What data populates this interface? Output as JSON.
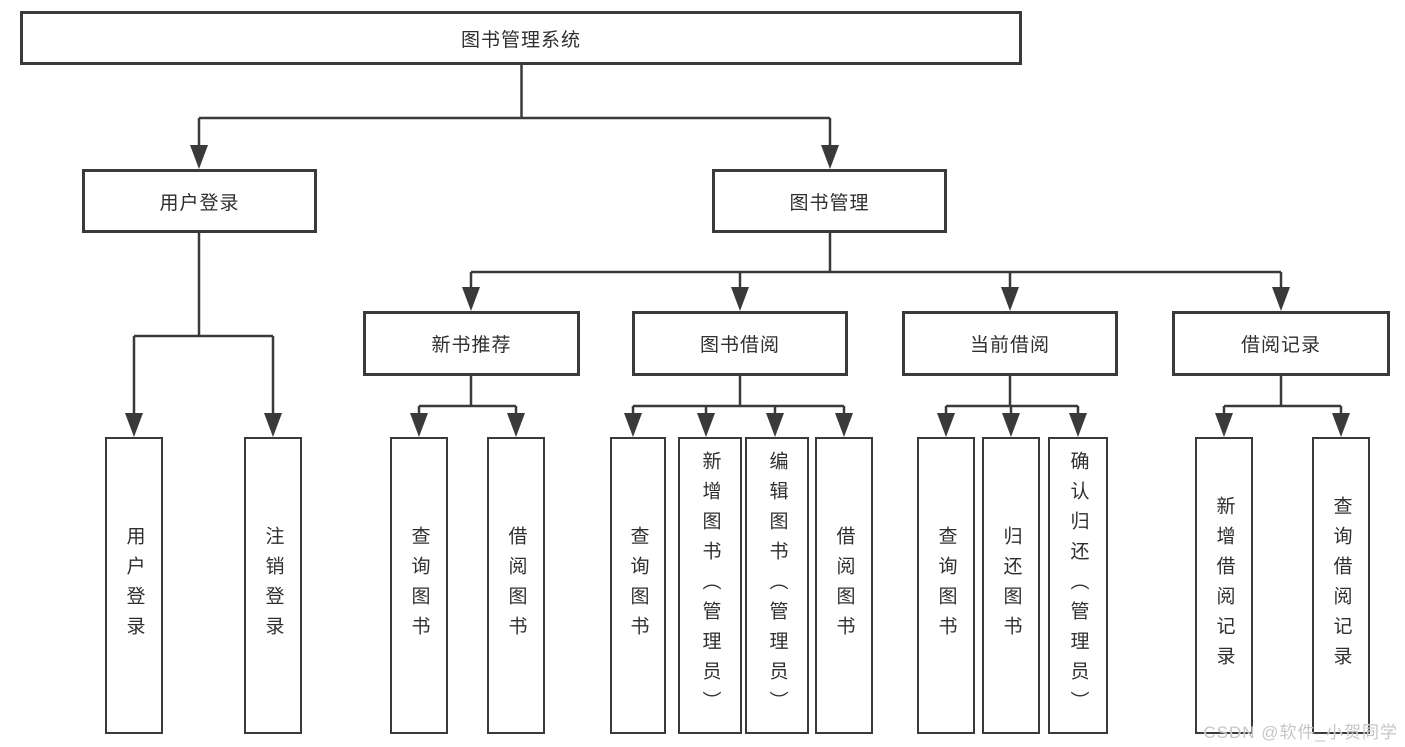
{
  "diagram": {
    "title": "图书管理系统",
    "level2": [
      {
        "id": "user-login",
        "label": "用户登录"
      },
      {
        "id": "book-management",
        "label": "图书管理"
      }
    ],
    "level3": [
      {
        "id": "new-book-recommend",
        "label": "新书推荐",
        "parent": "图书管理"
      },
      {
        "id": "book-borrow",
        "label": "图书借阅",
        "parent": "图书管理"
      },
      {
        "id": "current-borrow",
        "label": "当前借阅",
        "parent": "图书管理"
      },
      {
        "id": "borrow-records",
        "label": "借阅记录",
        "parent": "图书管理"
      }
    ],
    "leaves": [
      {
        "parent": "用户登录",
        "label": "用户登录"
      },
      {
        "parent": "用户登录",
        "label": "注销登录"
      },
      {
        "parent": "新书推荐",
        "label": "查询图书"
      },
      {
        "parent": "新书推荐",
        "label": "借阅图书"
      },
      {
        "parent": "图书借阅",
        "label": "查询图书"
      },
      {
        "parent": "图书借阅",
        "label": "新增图书（管理员）"
      },
      {
        "parent": "图书借阅",
        "label": "编辑图书（管理员）"
      },
      {
        "parent": "图书借阅",
        "label": "借阅图书"
      },
      {
        "parent": "当前借阅",
        "label": "查询图书"
      },
      {
        "parent": "当前借阅",
        "label": "归还图书"
      },
      {
        "parent": "当前借阅",
        "label": "确认归还（管理员）"
      },
      {
        "parent": "借阅记录",
        "label": "新增借阅记录"
      },
      {
        "parent": "借阅记录",
        "label": "查询借阅记录"
      }
    ]
  },
  "watermark": "CSDN @软件_小贺同学",
  "colors": {
    "line": "#3a3a3a",
    "text": "#2f2f2f",
    "background": "#ffffff",
    "watermark": "#c6c6c6"
  }
}
